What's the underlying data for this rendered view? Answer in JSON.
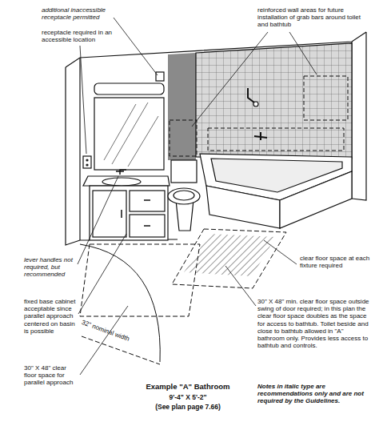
{
  "diagram": {
    "title": "Example \"A\" Bathroom",
    "labels": [
      "additional inaccessible receptacle permitted",
      "receptacle required in an accessible location",
      "reinforced wall areas for future installation of grab bars around toilet and bathtub",
      "lever handles not required, but recommended",
      "clear floor space at each fixture required",
      "32\" nominal width",
      "30\" X 48\" min. clear floor space outside swing of door required; in this plan the clear floor space doubles as the space for access to bathtub. Toilet beside and close to bathtub allowed in \"A\" bathroom only. Provides less access to bathtub and controls.",
      "fixed base cabinet acceptable since parallel approach centered on basin is possible",
      "30\" X 48\" clear floor space for parallel approach",
      "9'-4\" X 5'-2\"",
      "(See plan page 7.66)",
      "Notes in italic type are recommendations only and are not required by the Guidelines."
    ]
  }
}
